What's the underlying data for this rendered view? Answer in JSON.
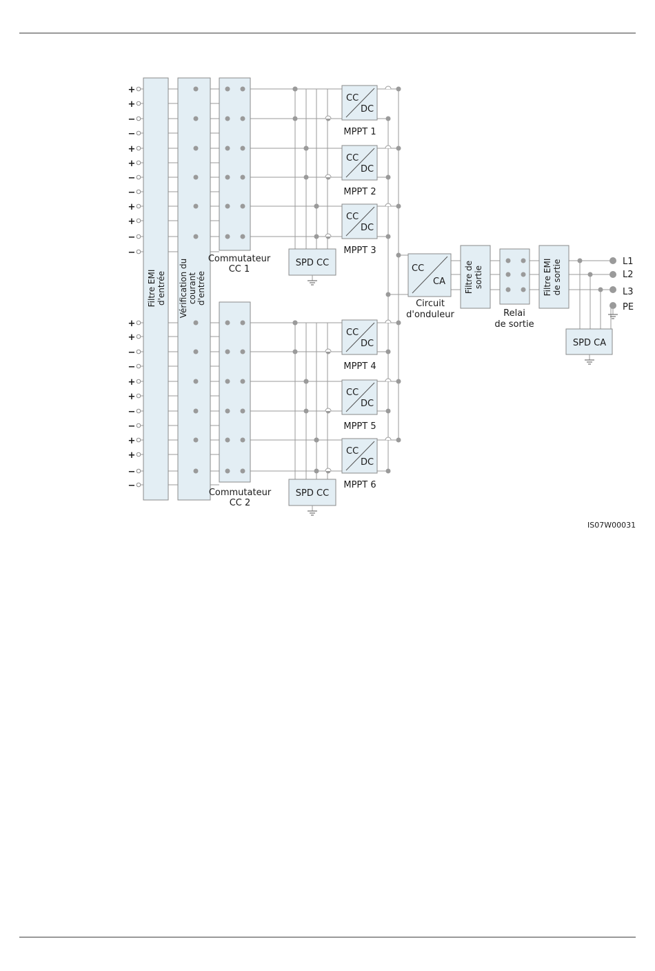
{
  "diagram": {
    "input_terminals": [
      "+",
      "+",
      "−",
      "−",
      "+",
      "+",
      "−",
      "−",
      "+",
      "+",
      "−",
      "−",
      "+",
      "+",
      "−",
      "−",
      "+",
      "+",
      "−",
      "−",
      "+",
      "+",
      "−",
      "−"
    ],
    "input_emi_filter": "Filtre EMI d'entrée",
    "input_current_check": "Vérification du courant d'entrée",
    "dc_switch_1": [
      "Commutateur",
      "CC 1"
    ],
    "dc_switch_2": [
      "Commutateur",
      "CC 2"
    ],
    "spd_dc": "SPD CC",
    "mppt_labels": [
      "MPPT 1",
      "MPPT 2",
      "MPPT 3",
      "MPPT 4",
      "MPPT 5",
      "MPPT 6"
    ],
    "mppt_in": "CC",
    "mppt_out": "DC",
    "inverter_in": "CC",
    "inverter_out": "CA",
    "inverter_label": [
      "Circuit",
      "d'onduleur"
    ],
    "output_filter": "Filtre de sortie",
    "output_relay": [
      "Relai",
      "de sortie"
    ],
    "output_emi_filter": "Filtre EMI de sortie",
    "spd_ac": "SPD CA",
    "outputs": [
      "L1",
      "L2",
      "L3",
      "PE"
    ],
    "figure_code": "IS07W00031"
  }
}
